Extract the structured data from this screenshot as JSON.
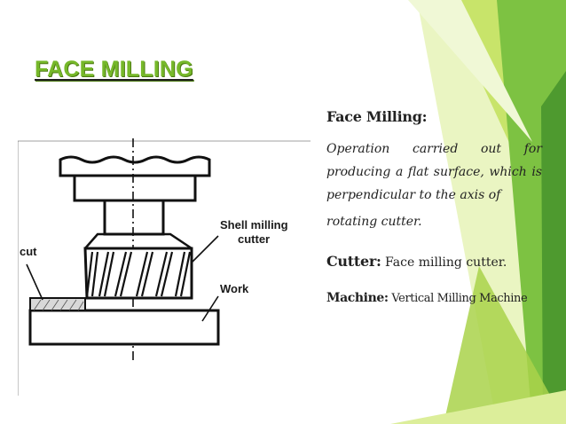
{
  "slide": {
    "title": "FACE MILLING",
    "colors": {
      "title": "#76b82a",
      "accent_dark": "#5aa02c",
      "accent_light": "#b9dc4f",
      "accent_pale": "#dcee9a"
    }
  },
  "figure": {
    "labels": {
      "shell_cutter_line1": "Shell milling",
      "shell_cutter_line2": "cutter",
      "work": "Work",
      "cut": "cut"
    }
  },
  "content": {
    "heading": "Face Milling:",
    "operation_text": "Operation carried out for producing a flat surface, which is perpendicular to the axis of",
    "operation_tail": "rotating cutter.",
    "cutter_label": "Cutter:",
    "cutter_value": "Face milling cutter.",
    "machine_label": "Machine:",
    "machine_value": "Vertical Milling Machine"
  }
}
